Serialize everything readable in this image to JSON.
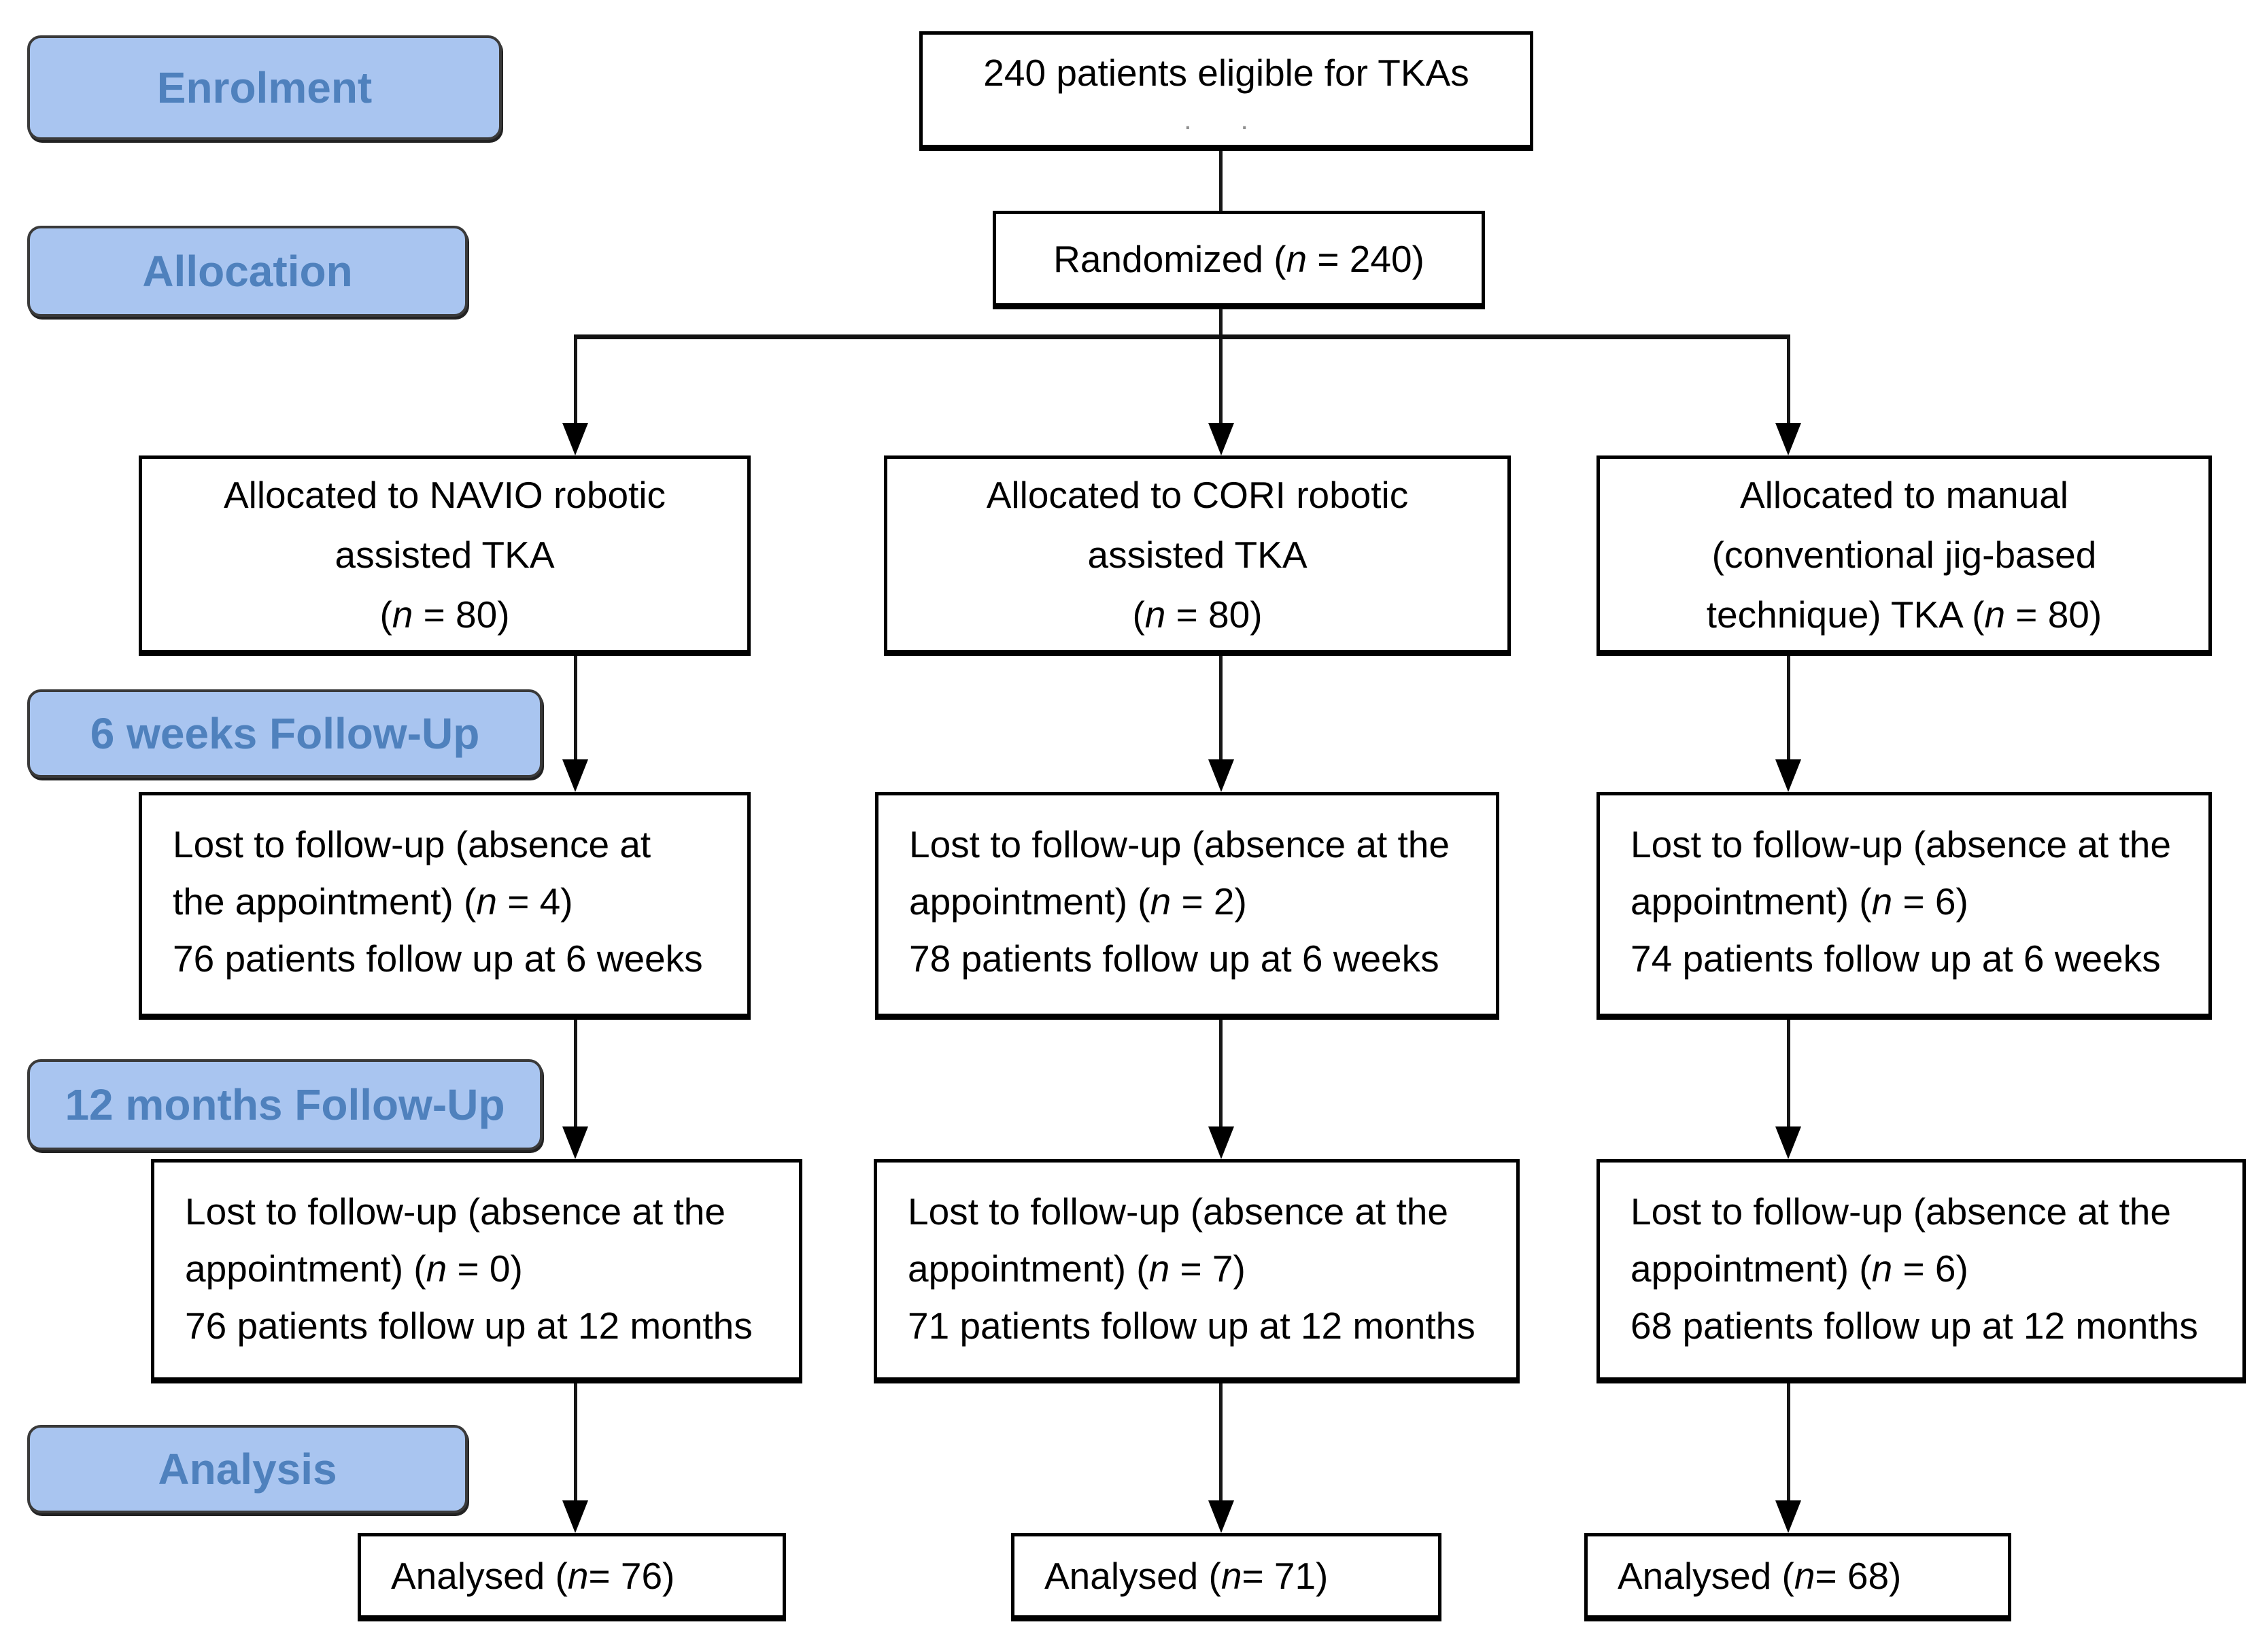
{
  "stages": {
    "enrolment": "Enrolment",
    "allocation": "Allocation",
    "followup_6w": "6 weeks Follow-Up",
    "followup_12m": "12 months Follow-Up",
    "analysis": "Analysis"
  },
  "boxes": {
    "eligible": {
      "line1": "240 patients eligible for TKAs",
      "faint_marks": ". ."
    },
    "randomized": {
      "pre": "Randomized (",
      "n": "n",
      "post": " = 240)"
    },
    "alloc_navio": {
      "line1": "Allocated to NAVIO robotic",
      "line2": "assisted TKA",
      "l3pre": "(",
      "n": "n",
      "l3post": " = 80)"
    },
    "alloc_cori": {
      "line1": "Allocated to CORI robotic",
      "line2": "assisted TKA",
      "l3pre": "(",
      "n": "n",
      "l3post": " = 80)"
    },
    "alloc_manual": {
      "line1": "Allocated to manual",
      "line2": "(conventional jig-based",
      "l3pre": "technique) TKA (",
      "n": "n",
      "l3post": " = 80)"
    },
    "fu6_navio": {
      "line1": "Lost to follow-up (absence at",
      "l2pre": "the appointment) (",
      "n": "n",
      "l2post": " = 4)",
      "line3": "76 patients follow up at 6 weeks"
    },
    "fu6_cori": {
      "line1": "Lost to follow-up (absence at the",
      "l2pre": "appointment) (",
      "n": "n",
      "l2post": " = 2)",
      "line3": "78 patients follow up at 6 weeks"
    },
    "fu6_manual": {
      "line1": "Lost to follow-up (absence at the",
      "l2pre": "appointment) (",
      "n": "n",
      "l2post": " = 6)",
      "line3": "74 patients follow up at 6 weeks"
    },
    "fu12_navio": {
      "line1": "Lost to follow-up (absence at the",
      "l2pre": "appointment) (",
      "n": "n",
      "l2post": " = 0)",
      "line3": "76 patients follow up at 12 months"
    },
    "fu12_cori": {
      "line1": "Lost to follow-up (absence at the",
      "l2pre": "appointment) (",
      "n": "n",
      "l2post": " = 7)",
      "line3": "71 patients follow up at 12 months"
    },
    "fu12_manual": {
      "line1": "Lost to follow-up (absence at the",
      "l2pre": "appointment) (",
      "n": "n",
      "l2post": " = 6)",
      "line3": "68 patients follow up at 12 months"
    },
    "analysed_navio": {
      "pre": "Analysed (",
      "n": "n",
      "post": " = 76)"
    },
    "analysed_cori": {
      "pre": "Analysed (",
      "n": "n",
      "post": " = 71)"
    },
    "analysed_manual": {
      "pre": "Analysed (",
      "n": "n",
      "post": " =  68)"
    }
  },
  "colors": {
    "stage_fill": "#a9c5f0",
    "stage_text": "#4f81bd",
    "stage_border": "#3a3a3a",
    "box_border": "#000000",
    "connector": "#161616"
  }
}
